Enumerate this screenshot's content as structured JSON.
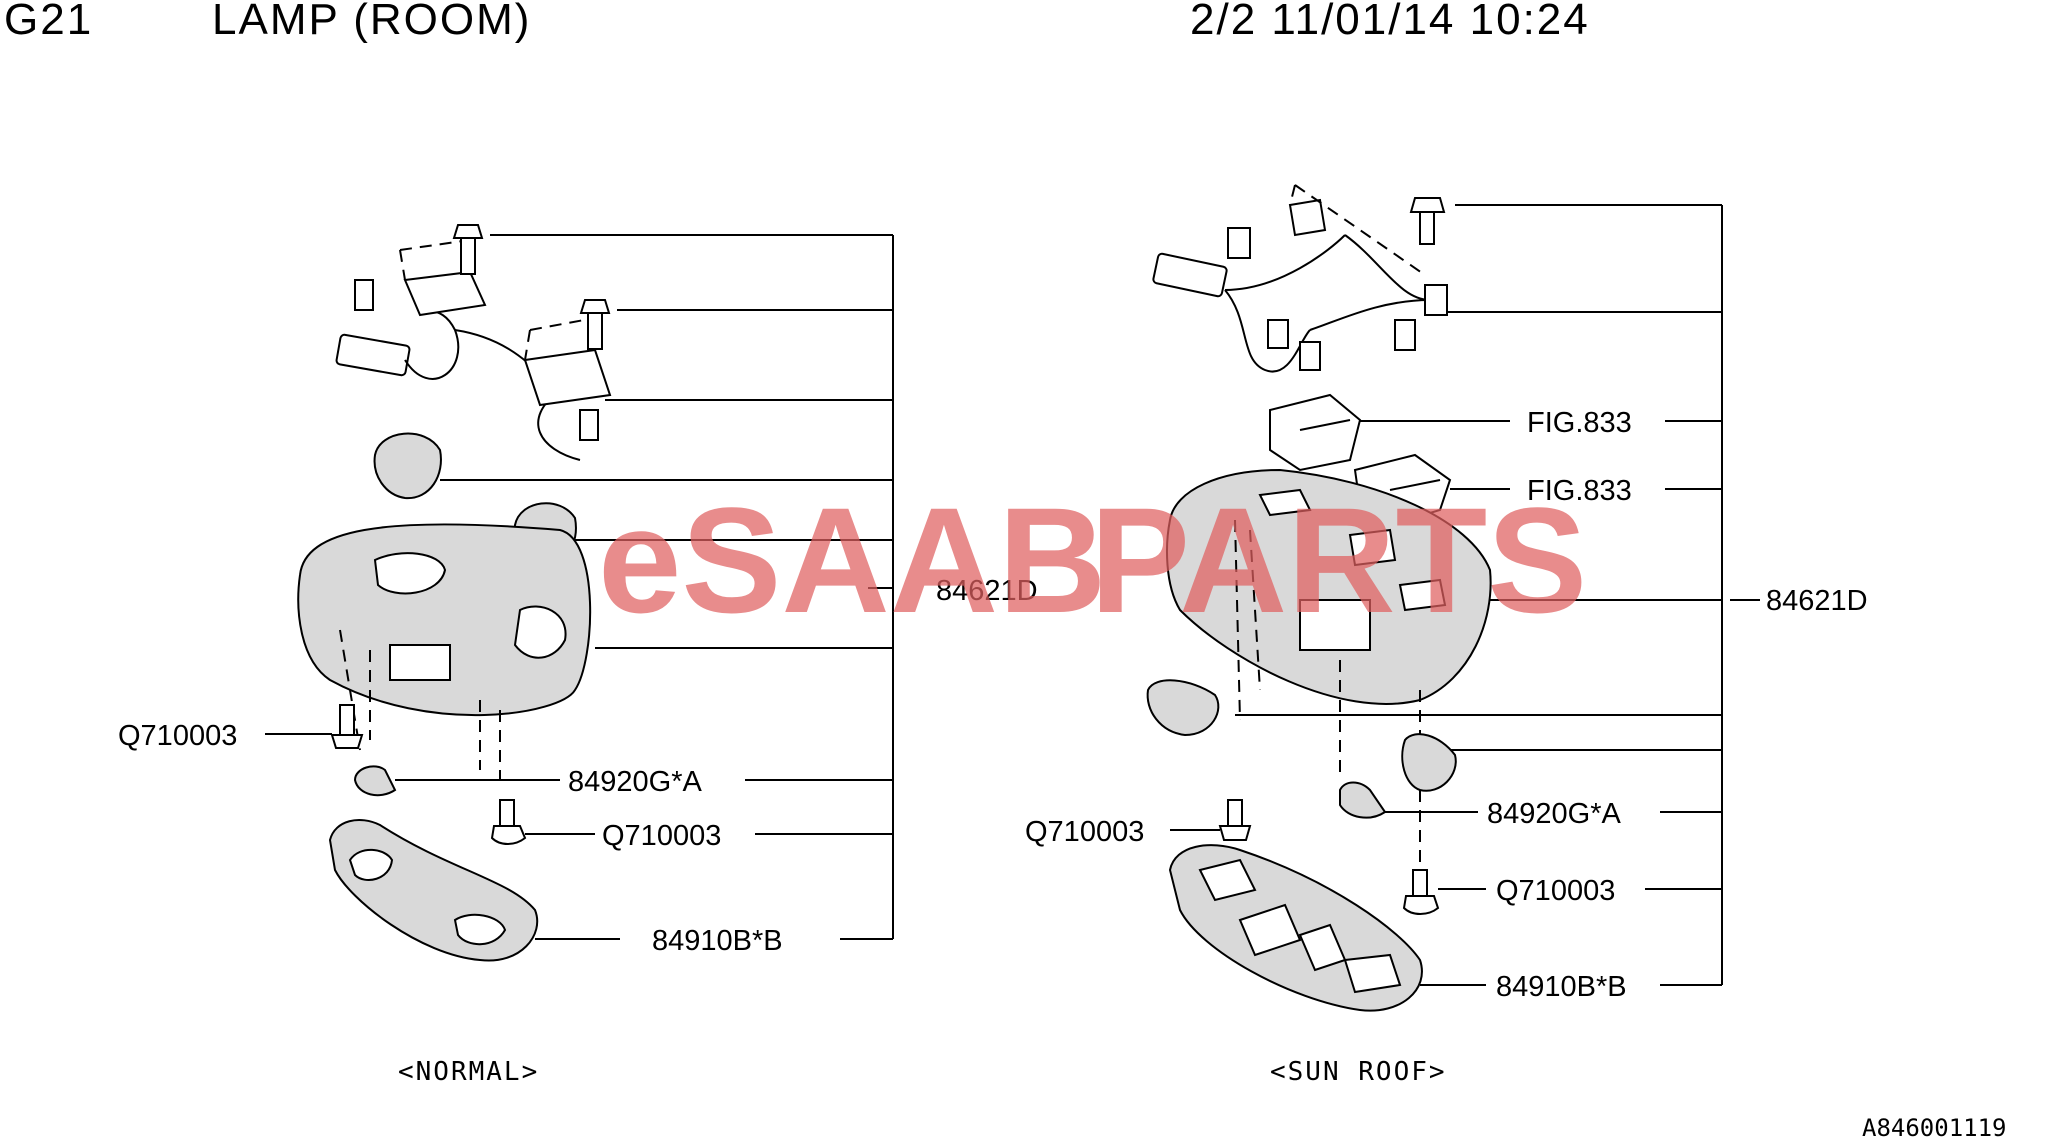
{
  "header": {
    "group_code": "G21",
    "title": "LAMP (ROOM)",
    "page_info": "2/2 11/01/14 10:24"
  },
  "watermark": {
    "part1": "eSAAB",
    "part2": "PARTS",
    "color": "#e06060"
  },
  "left_view": {
    "caption": "<NORMAL>",
    "labels": {
      "housing": "84621D",
      "screw_left": "Q710003",
      "bulb": "84920G*A",
      "screw_lower": "Q710003",
      "lens": "84910B*B"
    }
  },
  "right_view": {
    "caption": "<SUN ROOF>",
    "labels": {
      "fig_upper": "FIG.833",
      "fig_lower": "FIG.833",
      "housing": "84621D",
      "screw_left": "Q710003",
      "bulb": "84920G*A",
      "screw_lower": "Q710003",
      "lens": "84910B*B"
    }
  },
  "drawing_code": "A846001119"
}
